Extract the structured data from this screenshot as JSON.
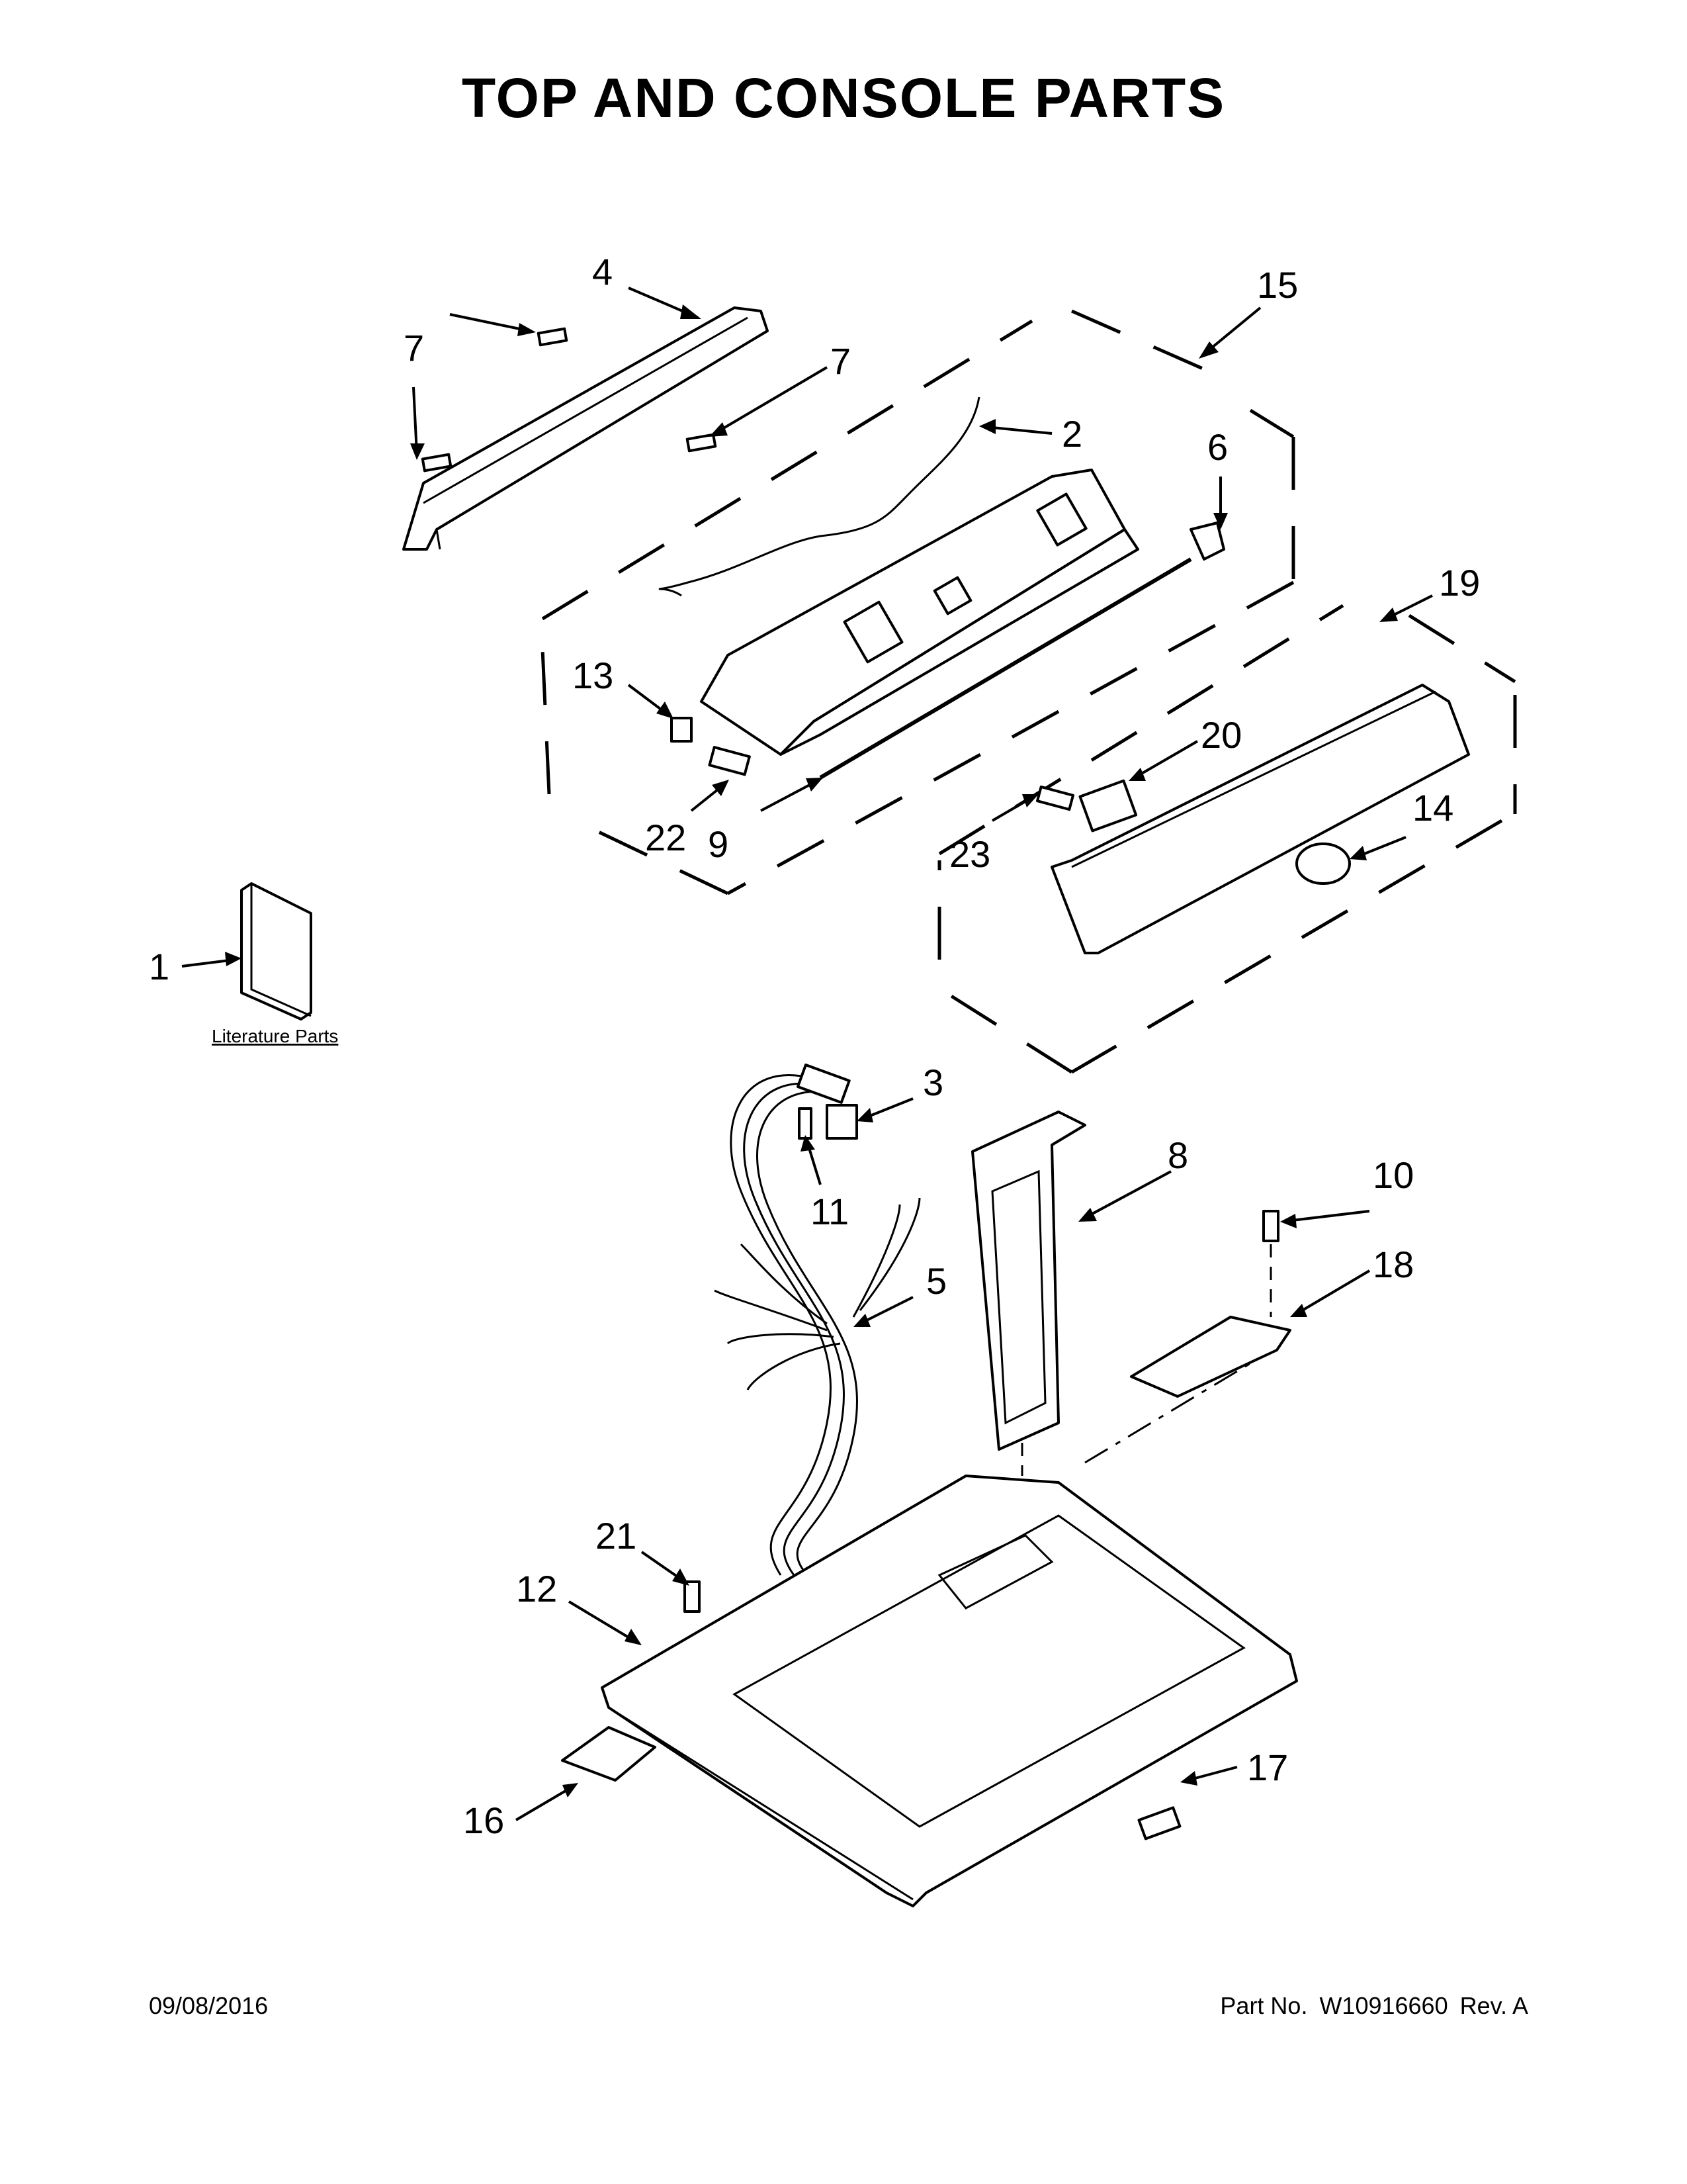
{
  "title": "TOP AND CONSOLE PARTS",
  "footer": {
    "date": "09/08/2016",
    "part_label": "Part No.",
    "part_number": "W10916660",
    "revision": "Rev. A"
  },
  "literature_label": "Literature Parts",
  "callouts": {
    "c1": "1",
    "c2": "2",
    "c3": "3",
    "c4": "4",
    "c5": "5",
    "c6": "6",
    "c7a": "7",
    "c7b": "7",
    "c8": "8",
    "c9": "9",
    "c10": "10",
    "c11": "11",
    "c12": "12",
    "c13": "13",
    "c14": "14",
    "c15": "15",
    "c16": "16",
    "c17": "17",
    "c18": "18",
    "c19": "19",
    "c20": "20",
    "c21": "21",
    "c22": "22",
    "c23": "23"
  }
}
